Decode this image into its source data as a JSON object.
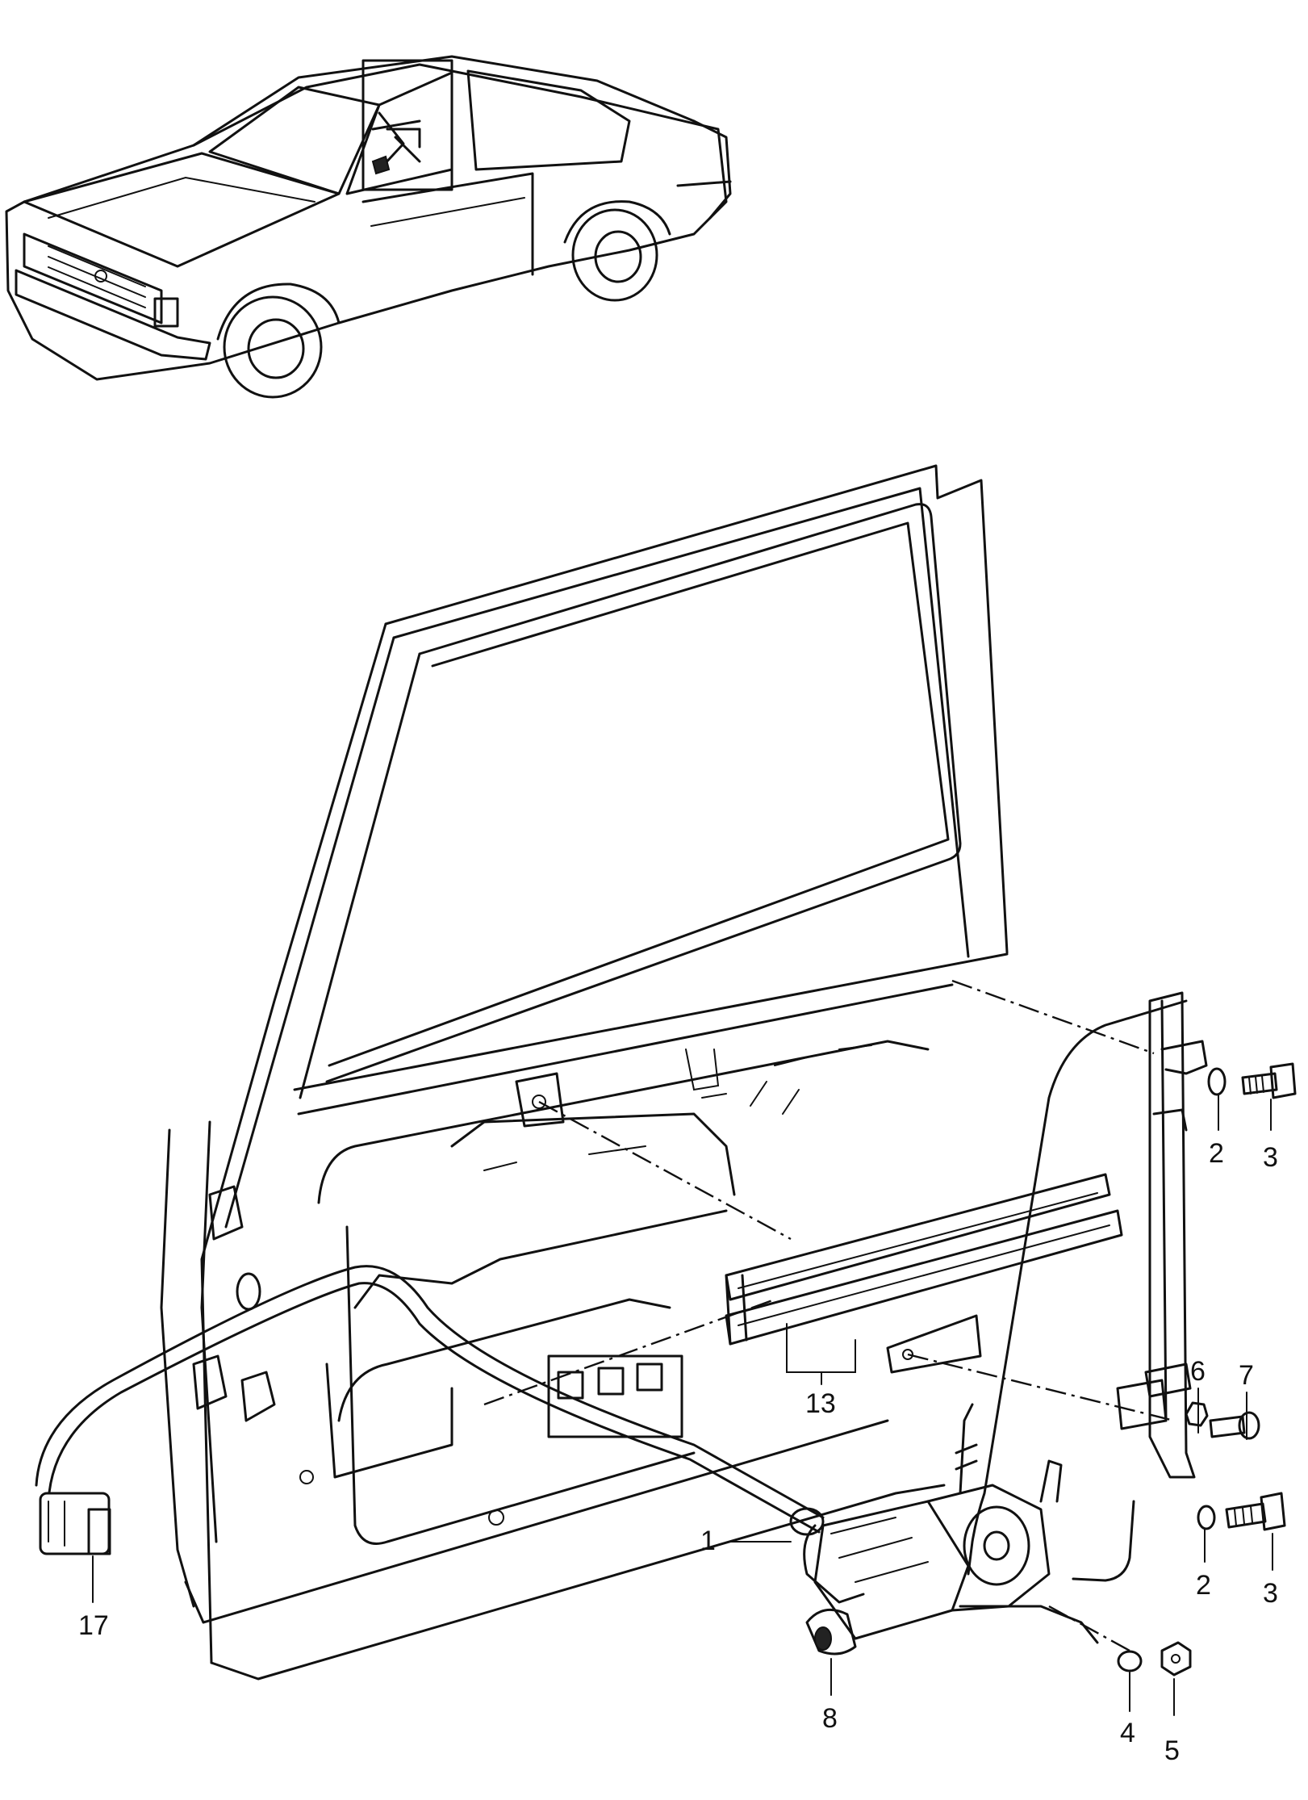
{
  "callouts": {
    "c1": "1",
    "c2a": "2",
    "c2b": "2",
    "c3a": "3",
    "c3b": "3",
    "c4": "4",
    "c5": "5",
    "c6": "6",
    "c7": "7",
    "c8": "8",
    "c13": "13",
    "c17": "17"
  },
  "icons": {
    "car": "car-overview-icon",
    "door": "door-inner-panel-icon",
    "motor": "window-regulator-motor-icon"
  }
}
